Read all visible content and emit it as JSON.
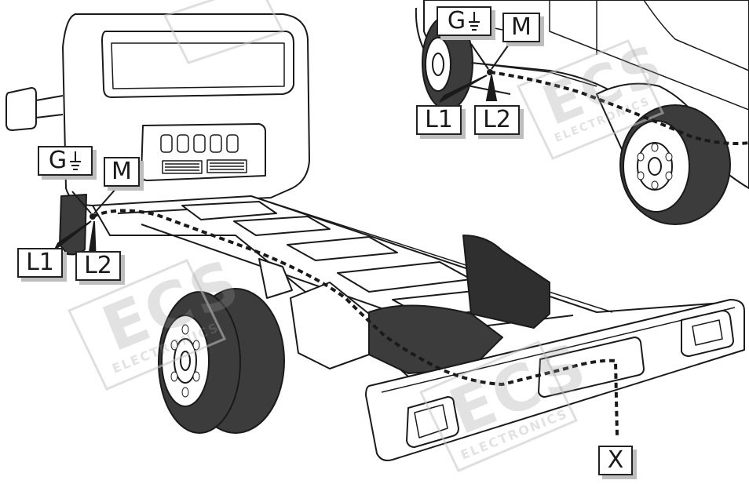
{
  "labels": {
    "ground": "G",
    "main": "M",
    "left_1": "L1",
    "left_2": "L2",
    "ground_inset": "G",
    "main_inset": "M",
    "left_1_inset": "L1",
    "left_2_inset": "L2",
    "x_point": "X"
  },
  "watermark": {
    "brand": "ECS",
    "sub": "ELECTRONICS"
  },
  "icons": {
    "ground_symbol": "ground-icon"
  },
  "colors": {
    "outline": "#1a1a1a",
    "wheel_fill": "#3c3c3c",
    "watermark": "#bfbfbf",
    "label_shadow": "#bdbdbd"
  }
}
